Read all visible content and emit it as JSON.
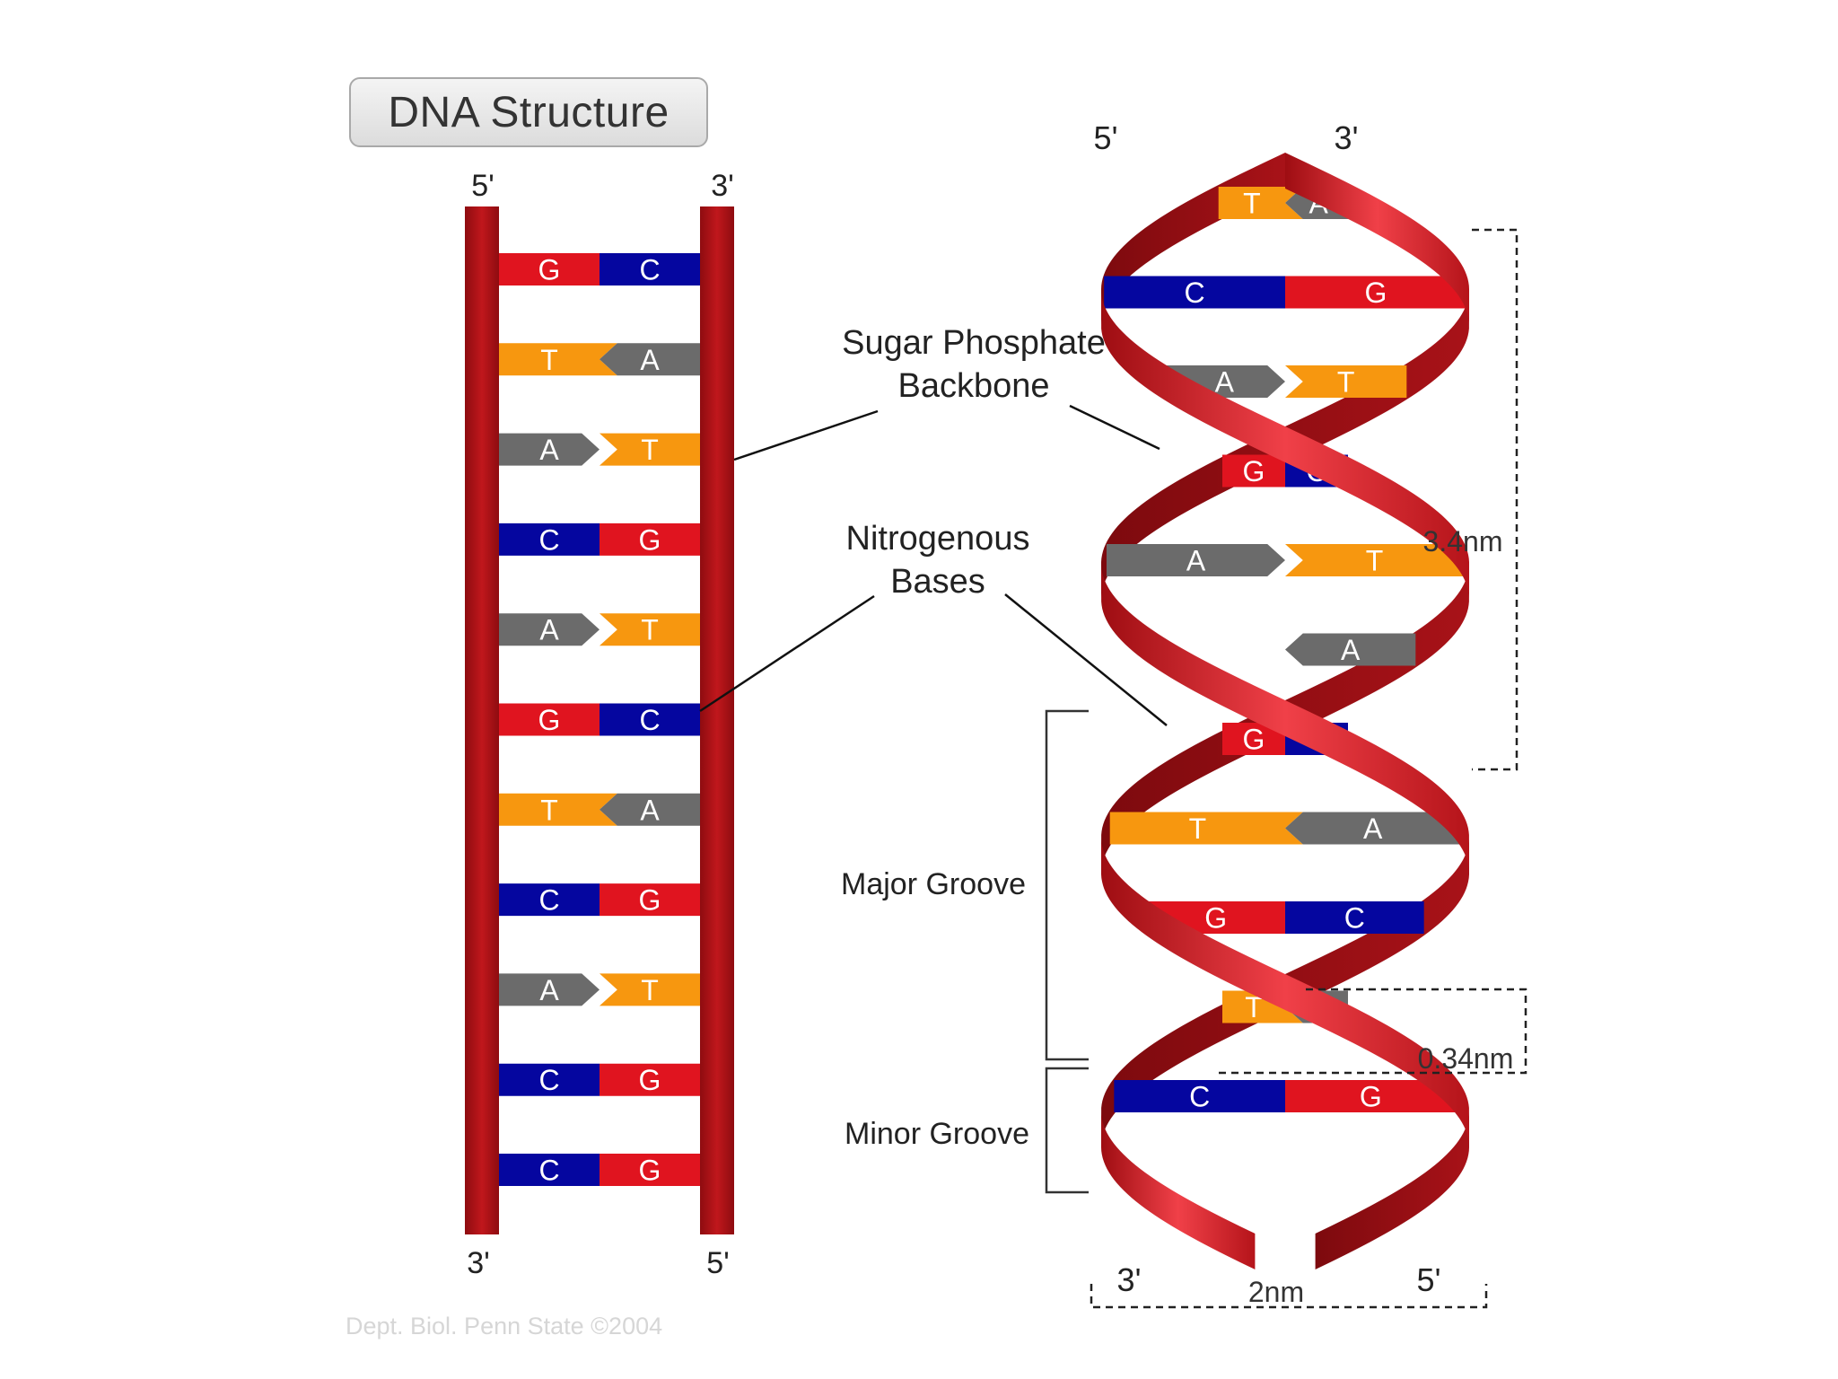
{
  "title": "DNA Structure",
  "ladder": {
    "top_left": "5'",
    "top_right": "3'",
    "bottom_left": "3'",
    "bottom_right": "5'",
    "pairs": [
      [
        "G",
        "C"
      ],
      [
        "T",
        "A"
      ],
      [
        "A",
        "T"
      ],
      [
        "C",
        "G"
      ],
      [
        "A",
        "T"
      ],
      [
        "G",
        "C"
      ],
      [
        "T",
        "A"
      ],
      [
        "C",
        "G"
      ],
      [
        "A",
        "T"
      ],
      [
        "C",
        "G"
      ],
      [
        "C",
        "G"
      ]
    ]
  },
  "helix": {
    "top_left": "5'",
    "top_right": "3'",
    "bottom_left": "3'",
    "bottom_right": "5'",
    "pairs": [
      [
        "T",
        "A"
      ],
      [
        "C",
        "G"
      ],
      [
        "A",
        "T"
      ],
      [
        "G",
        "C"
      ],
      [
        "A",
        "T"
      ],
      [
        "",
        "A"
      ],
      [
        "G",
        "C"
      ],
      [
        "T",
        "A"
      ],
      [
        "G",
        "C"
      ],
      [
        "T",
        "A"
      ],
      [
        "C",
        "G"
      ]
    ],
    "pitch_label": "3.4nm",
    "rise_label": "0.34nm",
    "width_label": "2nm"
  },
  "labels": {
    "backbone_line1": "Sugar Phosphate",
    "backbone_line2": "Backbone",
    "bases_line1": "Nitrogenous",
    "bases_line2": "Bases",
    "major_groove": "Major Groove",
    "minor_groove": "Minor Groove"
  },
  "credit": "Dept. Biol. Penn State ©2004",
  "colors": {
    "G": "#e0141f",
    "C": "#05069f",
    "T": "#f7970f",
    "A": "#6b6b6b",
    "backbone": "#b31217",
    "ribbon": "#d41c22"
  }
}
